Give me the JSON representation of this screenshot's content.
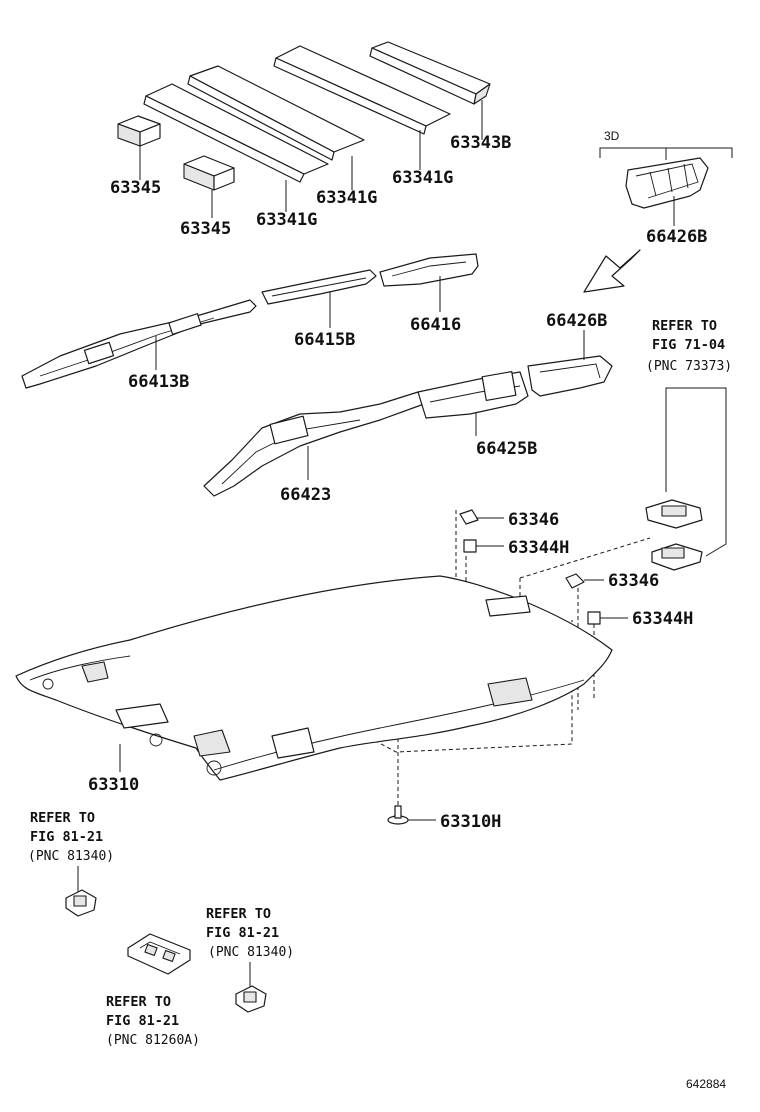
{
  "labels": {
    "p63345_a": "63345",
    "p63345_b": "63345",
    "p63341g_a": "63341G",
    "p63341g_b": "63341G",
    "p63341g_c": "63341G",
    "p63343b": "63343B",
    "view_3d": "3D",
    "p66426b_a": "66426B",
    "p66426b_b": "66426B",
    "p66413b": "66413B",
    "p66415b": "66415B",
    "p66416": "66416",
    "p66425b": "66425B",
    "p66423": "66423",
    "p63346_a": "63346",
    "p63346_b": "63346",
    "p63344h_a": "63344H",
    "p63344h_b": "63344H",
    "p63310": "63310",
    "p63310h": "63310H",
    "diagram_id": "642884"
  },
  "refs": {
    "ref_73373": {
      "line1": "REFER TO",
      "line2": "FIG 71-04",
      "line3": "(PNC 73373)"
    },
    "ref_81340_a": {
      "line1": "REFER TO",
      "line2": "FIG 81-21",
      "line3": "(PNC 81340)"
    },
    "ref_81340_b": {
      "line1": "REFER TO",
      "line2": "FIG 81-21",
      "line3": "(PNC 81340)"
    },
    "ref_81260a": {
      "line1": "REFER TO",
      "line2": "FIG 81-21",
      "line3": "(PNC 81260A)"
    }
  }
}
